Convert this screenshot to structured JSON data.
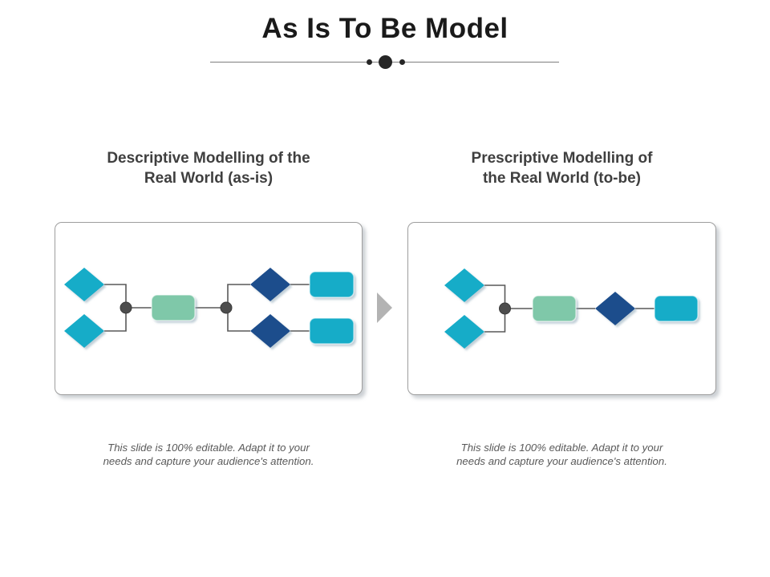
{
  "slide": {
    "title": "As Is To Be Model"
  },
  "columns": [
    {
      "id": "as-is",
      "heading_line1": "Descriptive Modelling of the",
      "heading_line2": "Real World (as-is)",
      "footer_line1": "This slide is 100% editable. Adapt it to your",
      "footer_line2": "needs and capture your audience's attention."
    },
    {
      "id": "to-be",
      "heading_line1": "Prescriptive Modelling of",
      "heading_line2": "the Real World (to-be)",
      "footer_line1": "This slide is 100% editable. Adapt it to your",
      "footer_line2": "needs and capture your audience's attention."
    }
  ],
  "diagram_nodes": {
    "as_is_flow": [
      "cyan-diamond",
      "cyan-diamond",
      "junction-dot",
      "green-process-rect",
      "junction-dot",
      "navy-diamond",
      "navy-diamond",
      "cyan-output-rect",
      "cyan-output-rect"
    ],
    "to_be_flow": [
      "cyan-diamond",
      "cyan-diamond",
      "junction-dot",
      "green-process-rect",
      "navy-diamond",
      "cyan-output-rect"
    ]
  },
  "colors": {
    "cyan": "#16ACC8",
    "navy": "#1F4E8C",
    "green": "#7FC8A9",
    "connector": "#595959",
    "junction_dot": "#4D4D4D",
    "arrow": "#B3B3B3",
    "divider_line": "#7F7F7F",
    "divider_dot": "#262626",
    "title_text": "#1A1A1A",
    "heading_text": "#3F3F3F",
    "footer_text": "#595959",
    "panel_border": "#9E9E9E"
  }
}
